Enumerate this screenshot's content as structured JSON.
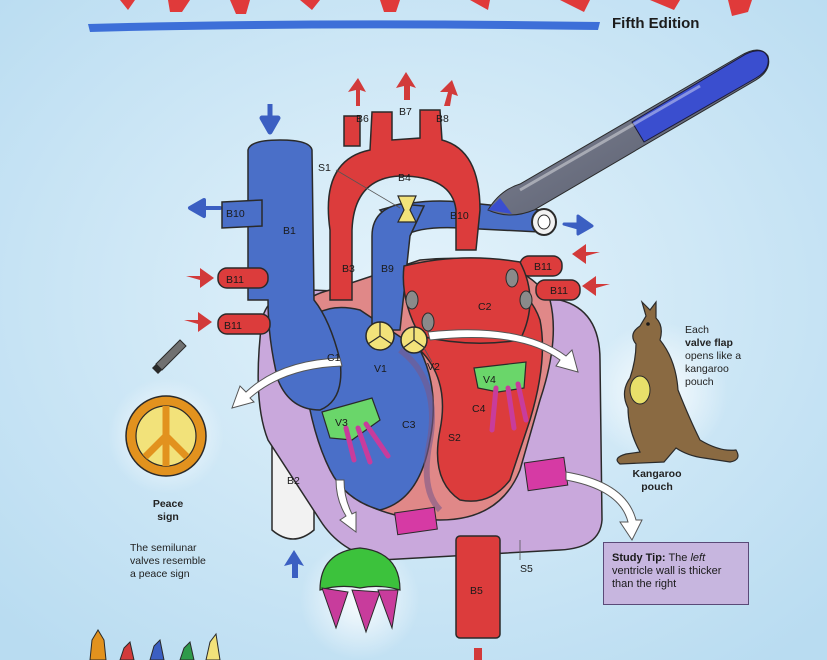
{
  "header": {
    "edition": "Fifth Edition"
  },
  "labels": {
    "B1": "B1",
    "B2": "B2",
    "B3": "B3",
    "B4": "B4",
    "B5": "B5",
    "B6": "B6",
    "B7": "B7",
    "B8": "B8",
    "B9": "B9",
    "B10": "B10",
    "B11": "B11",
    "C1": "C1",
    "C2": "C2",
    "C3": "C3",
    "C4": "C4",
    "S1": "S1",
    "S2": "S2",
    "S5": "S5",
    "V1": "V1",
    "V2": "V2",
    "V3": "V3",
    "V4": "V4"
  },
  "peace": {
    "title_line1": "Peace",
    "title_line2": "sign",
    "caption_line1": "The semilunar",
    "caption_line2": "valves resemble",
    "caption_line3": "a peace sign"
  },
  "kangaroo": {
    "note_line1": "Each",
    "note_line2_bold": "valve flap",
    "note_line3": "opens like a",
    "note_line4": "kangaroo",
    "note_line5": "pouch",
    "title_line1": "Kangaroo",
    "title_line2": "pouch"
  },
  "study_tip": {
    "label": "Study Tip:",
    "text_a": "The",
    "text_em": "left",
    "text_b": "ventricle wall is thicker than the right"
  },
  "colors": {
    "background": "#cfe8f6",
    "vein_blue": "#4a6fc8",
    "artery_red": "#dc3c3c",
    "pericardium": "#c9a8dc",
    "valve_yellow": "#f2e27a",
    "valve_green": "#6ad66a",
    "title_red": "#e03a3a",
    "title_bar_blue": "#3d6fd8"
  }
}
